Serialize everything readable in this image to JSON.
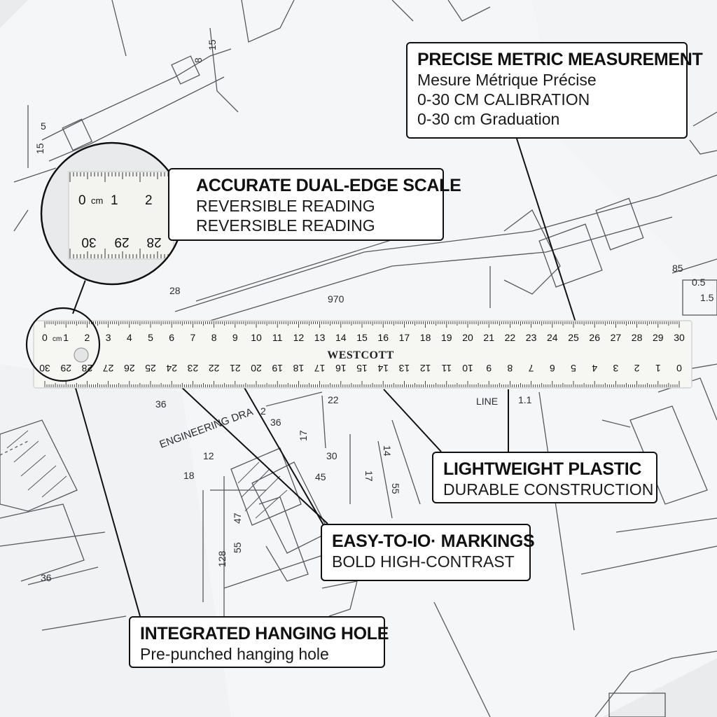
{
  "ruler": {
    "brand": "WESTCOTT",
    "unit_label": "cm",
    "top_scale_numbers": [
      "0",
      "1",
      "2",
      "3",
      "4",
      "5",
      "6",
      "7",
      "8",
      "9",
      "10",
      "11",
      "12",
      "13",
      "14",
      "15",
      "16",
      "17",
      "18",
      "19",
      "20",
      "21",
      "22",
      "23",
      "24",
      "25",
      "26",
      "27",
      "28",
      "29",
      "30"
    ],
    "bottom_scale_numbers": [
      "30",
      "29",
      "28",
      "27",
      "26",
      "25",
      "24",
      "23",
      "22",
      "21",
      "20",
      "19",
      "18",
      "17",
      "16",
      "15",
      "14",
      "13",
      "12",
      "11",
      "10",
      "9",
      "8",
      "7",
      "6",
      "5",
      "4",
      "3",
      "2",
      "1",
      "0"
    ]
  },
  "magnifier": {
    "top_labels": [
      "0",
      "cm",
      "1",
      "2"
    ],
    "bottom_labels": [
      "30",
      "29",
      "28"
    ]
  },
  "callouts": {
    "metric": {
      "title": "PRECISE METRIC MEASUREMENT",
      "lines": [
        "Mesure Métrique Précise",
        "0-30 CM CALIBRATION",
        "0-30 cm Graduation"
      ]
    },
    "dual": {
      "title": "ACCURATE DUAL-EDGE SCALE",
      "lines": [
        "REVERSIBLE READING",
        "REVERSIBLE READING"
      ]
    },
    "plastic": {
      "title": "LIGHTWEIGHT PLASTIC",
      "lines": [
        "DURABLE CONSTRUCTION"
      ]
    },
    "easy": {
      "title": "EASY-TO-IO· MARKINGS",
      "lines": [
        "BOLD HIGH-CONTRAST"
      ]
    },
    "hole": {
      "title": "INTEGRATED HANGING HOLE",
      "lines": [
        "Pre-punched hanging hole"
      ]
    }
  },
  "drawing_labels": [
    "15",
    "8",
    "5",
    "15",
    "28",
    "970",
    "36",
    "LINE",
    "1.1",
    "ENGINEERING DRA",
    "2",
    "36",
    "22",
    "12",
    "18",
    "17",
    "30",
    "45",
    "55",
    "47",
    "55",
    "128",
    "17",
    "36",
    "14",
    "85",
    "0.5",
    "1.5"
  ],
  "colors": {
    "ruler_body": "#f6f6f3",
    "ink": "#111111",
    "paper": "#f4f5f6"
  }
}
